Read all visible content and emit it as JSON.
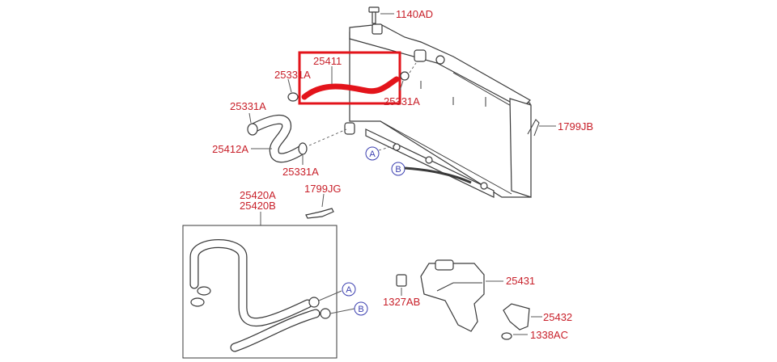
{
  "labels": {
    "p1140AD": "1140AD",
    "p25411": "25411",
    "p25331A_a": "25331A",
    "p25331A_b": "25331A",
    "p25331A_c": "25331A",
    "p25331A_d": "25331A",
    "p25412A": "25412A",
    "p1799JB": "1799JB",
    "p25420A": "25420A",
    "p25420B": "25420B",
    "p1799JG": "1799JG",
    "p25431": "25431",
    "p1327AB": "1327AB",
    "p25432": "25432",
    "p1338AC": "1338AC"
  },
  "markers": {
    "A": "A",
    "B": "B"
  },
  "colors": {
    "label_red": "#c8202a",
    "highlight_red": "#e3141b",
    "marker_blue": "#3b3fb0",
    "line_gray": "#3a3a3a"
  }
}
